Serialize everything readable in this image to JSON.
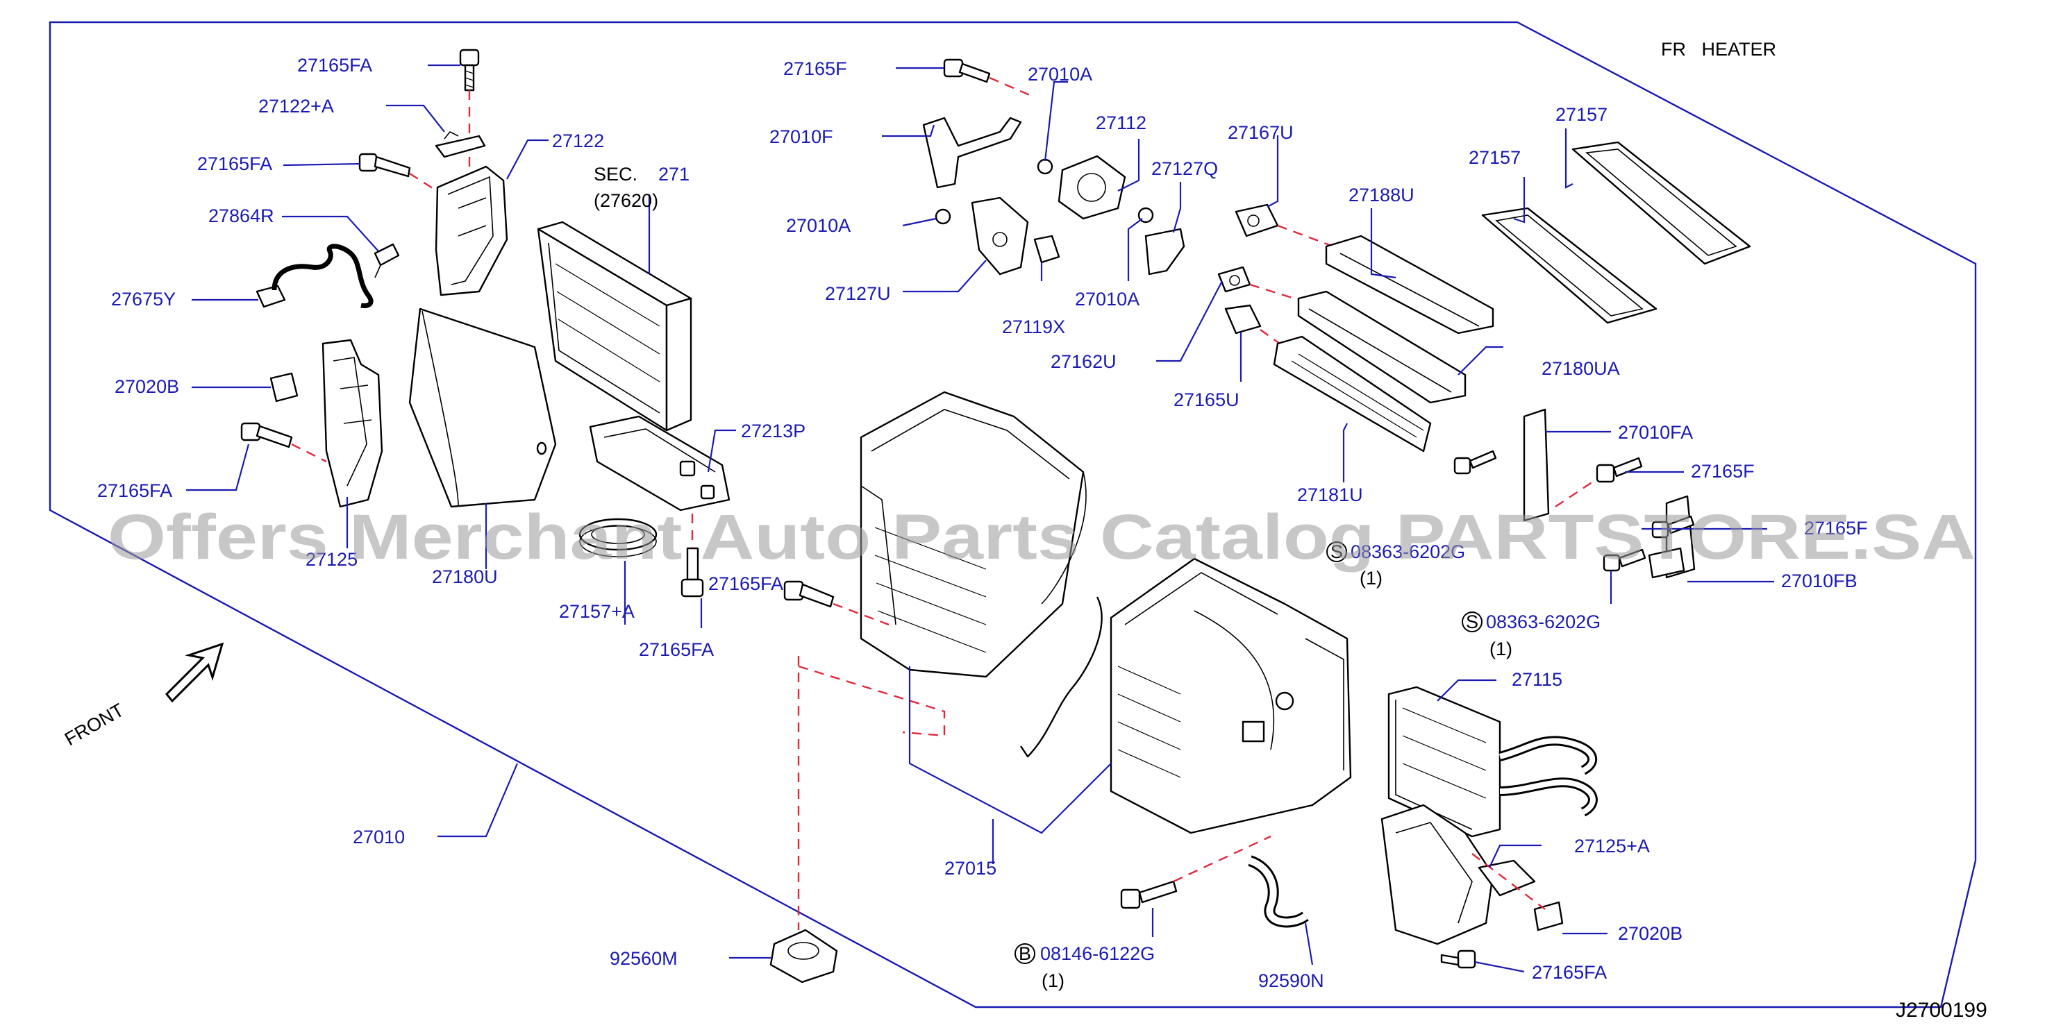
{
  "header": {
    "title": "FR   HEATER"
  },
  "diagram_code": "J2700199",
  "front_label": "FRONT",
  "watermark": "Offers Merchant Auto Parts Catalog PARTSTORE.SA",
  "section_ref": {
    "sec": "SEC.",
    "sec_num": "271",
    "sub": "(27620)"
  },
  "labels": {
    "p27165FA_a": "27165FA",
    "p27122A": "27122+A",
    "p27122": "27122",
    "p27165FA_b": "27165FA",
    "p27864R": "27864R",
    "p27675Y": "27675Y",
    "p27020B_a": "27020B",
    "p27165FA_c": "27165FA",
    "p27125": "27125",
    "p27180U_a": "27180U",
    "p27157A": "27157+A",
    "p27165FA_d": "27165FA",
    "p27213P": "27213P",
    "p27165FA_e": "27165FA",
    "p27010": "27010",
    "p92560M": "92560M",
    "p27015": "27015",
    "p27165F_a": "27165F",
    "p27010F": "27010F",
    "p27010A_a": "27010A",
    "p27010A_b": "27010A",
    "p27112": "27112",
    "p27127U": "27127U",
    "p27119X": "27119X",
    "p27127Q": "27127Q",
    "p27010A_c": "27010A",
    "p27167U": "27167U",
    "p27188U": "27188U",
    "p27162U": "27162U",
    "p27165U": "27165U",
    "p27157_a": "27157",
    "p27157_b": "27157",
    "p27180UA": "27180UA",
    "p27181U": "27181U",
    "p27010FA": "27010FA",
    "p27165F_b": "27165F",
    "p27165F_c": "27165F",
    "p27010FB": "27010FB",
    "s08363_a": "08363-6202G",
    "s08363_a_qty": "(1)",
    "s08363_b": "08363-6202G",
    "s08363_b_qty": "(1)",
    "p27115": "27115",
    "p27125A": "27125+A",
    "p27020B_b": "27020B",
    "p27165FA_f": "27165FA",
    "b08146": "08146-6122G",
    "b08146_qty": "(1)",
    "p92590N": "92590N"
  },
  "callout_letters": {
    "s": "S",
    "b": "B"
  },
  "colors": {
    "label": "#1a1ab4",
    "frame": "#1a1ab4",
    "dash": "#e0283a",
    "line": "#000000"
  }
}
